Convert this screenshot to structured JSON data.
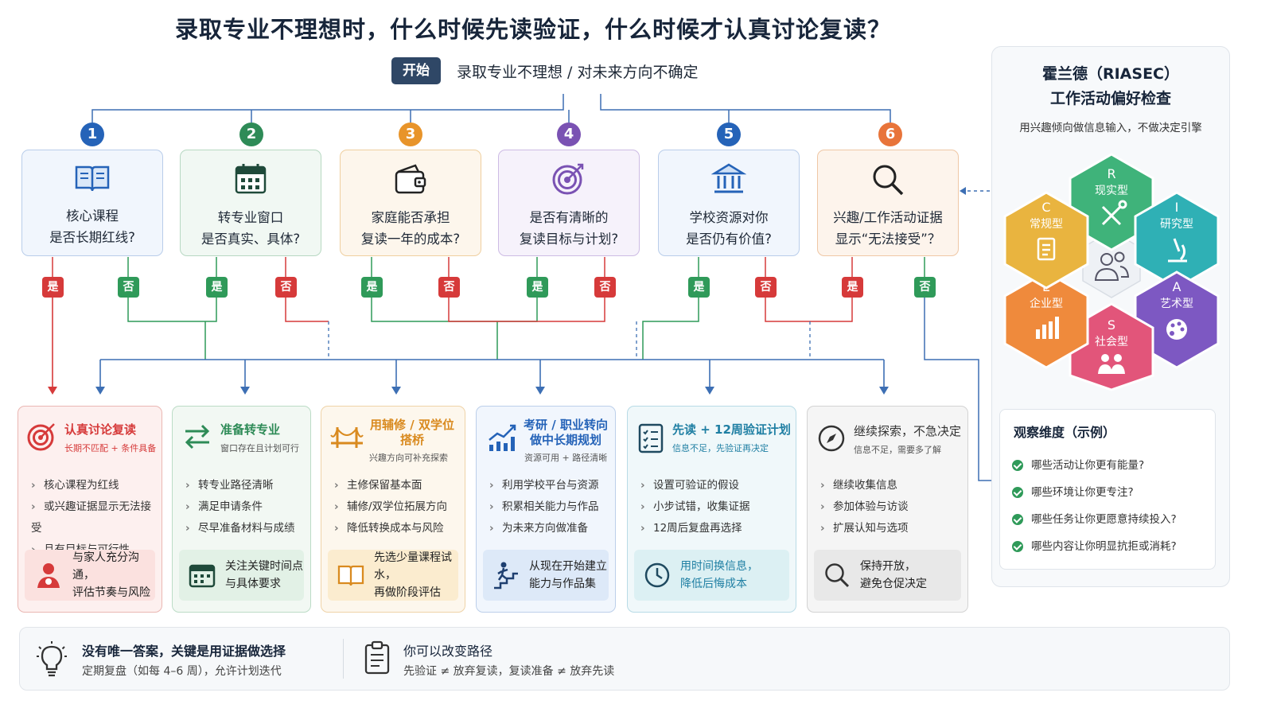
{
  "title": "录取专业不理想时，什么时候先读验证，什么时候才认真讨论复读？",
  "start": {
    "badge": "开始",
    "text": "录取专业不理想 / 对未来方向不确定"
  },
  "labels": {
    "yes": "是",
    "no": "否"
  },
  "questions": [
    {
      "num": "1",
      "icon": "book-icon",
      "text": "核心课程\n是否长期红线?",
      "color": "#2563b8",
      "bg": "#f1f6fd",
      "border": "#b9cdea"
    },
    {
      "num": "2",
      "icon": "calendar-icon",
      "text": "转专业窗口\n是否真实、具体?",
      "color": "#2e8b57",
      "bg": "#f1f8f3",
      "border": "#b7d8c2"
    },
    {
      "num": "3",
      "icon": "wallet-icon",
      "text": "家庭能否承担\n复读一年的成本?",
      "color": "#e8942a",
      "bg": "#fdf6ec",
      "border": "#efcf9f"
    },
    {
      "num": "4",
      "icon": "target-icon",
      "text": "是否有清晰的\n复读目标与计划?",
      "color": "#7a52b3",
      "bg": "#f6f2fb",
      "border": "#cdbbe4"
    },
    {
      "num": "5",
      "icon": "bank-icon",
      "text": "学校资源对你\n是否仍有价值?",
      "color": "#2563b8",
      "bg": "#f1f6fd",
      "border": "#b9cdea"
    },
    {
      "num": "6",
      "icon": "search-icon",
      "text": "兴趣/工作活动证据\n显示“无法接受”？",
      "color": "#e8743a",
      "bg": "#fdf4ec",
      "border": "#efc7a5"
    }
  ],
  "outcomes": [
    {
      "title": "认真讨论复读",
      "sub": "长期不匹配 + 条件具备",
      "icon": "target-icon",
      "color": "#d63a3a",
      "bg": "#fdf0ef",
      "border": "#eab7b3",
      "boxbg": "#fbe1df",
      "items": [
        "核心课程为红线",
        "或兴趣证据显示无法接受",
        "且有目标与可行性"
      ],
      "box_icon": "family-icon",
      "box": "与家人充分沟通，\n评估节奏与风险"
    },
    {
      "title": "准备转专业",
      "sub": "窗口存在且计划可行",
      "icon": "swap-icon",
      "color": "#2e8b57",
      "bg": "#f2f8f3",
      "border": "#bcdcc6",
      "boxbg": "#e2f1e6",
      "items": [
        "转专业路径清晰",
        "满足申请条件",
        "尽早准备材料与成绩"
      ],
      "box_icon": "calendar-icon",
      "box": "关注关键时间点\n与具体要求"
    },
    {
      "title": "用辅修 / 双学位\n搭桥",
      "sub": "兴趣方向可补充探索",
      "icon": "bridge-icon",
      "color": "#d98a1f",
      "bg": "#fdf7ed",
      "border": "#efd3a8",
      "boxbg": "#fbeccf",
      "items": [
        "主修保留基本面",
        "辅修/双学位拓展方向",
        "降低转换成本与风险"
      ],
      "box_icon": "open-book-icon",
      "box": "先选少量课程试水，\n再做阶段评估"
    },
    {
      "title": "考研 / 职业转向\n做中长期规划",
      "sub": "资源可用 + 路径清晰",
      "icon": "chart-icon",
      "color": "#2563b8",
      "bg": "#f1f6fd",
      "border": "#bccfea",
      "boxbg": "#dde9f8",
      "items": [
        "利用学校平台与资源",
        "积累相关能力与作品",
        "为未来方向做准备"
      ],
      "box_icon": "climb-icon",
      "box": "从现在开始建立\n能力与作品集"
    },
    {
      "title": "先读 + 12周验证计划",
      "sub": "信息不足，先验证再决定",
      "icon": "checklist-icon",
      "color": "#1f7fa3",
      "bg": "#f0f8fa",
      "border": "#b8dbe6",
      "boxbg": "#dcf0f3",
      "items": [
        "设置可验证的假设",
        "小步试错，收集证据",
        "12周后复盘再选择"
      ],
      "box_icon": "clock-icon",
      "box": "用时间换信息，\n降低后悔成本"
    },
    {
      "title": "继续探索，不急决定",
      "sub": "信息不足，需要多了解",
      "icon": "compass-icon",
      "color": "#333333",
      "bg": "#f5f5f5",
      "border": "#d3d3d3",
      "boxbg": "#e8e8e8",
      "items": [
        "继续收集信息",
        "参加体验与访谈",
        "扩展认知与选项"
      ],
      "box_icon": "search-icon",
      "box": "保持开放，\n避免仓促决定"
    }
  ],
  "riasec": {
    "title": "霍兰德（RIASEC）\n工作活动偏好检查",
    "sub": "用兴趣倾向做信息输入，不做决定引擎",
    "hexes": [
      {
        "letter": "R",
        "name": "现实型",
        "icon": "tools-icon",
        "color": "#3fb37a"
      },
      {
        "letter": "I",
        "name": "研究型",
        "icon": "microscope-icon",
        "color": "#2fb0b5"
      },
      {
        "letter": "A",
        "name": "艺术型",
        "icon": "palette-icon",
        "color": "#7d58c2"
      },
      {
        "letter": "S",
        "name": "社会型",
        "icon": "people-icon",
        "color": "#e2557a"
      },
      {
        "letter": "E",
        "name": "企业型",
        "icon": "bar-chart-icon",
        "color": "#ef8a3c"
      },
      {
        "letter": "C",
        "name": "常规型",
        "icon": "document-icon",
        "color": "#e9b43f"
      }
    ],
    "center_icon": "users-icon"
  },
  "observe": {
    "title": "观察维度（示例）",
    "items": [
      "哪些活动让你更有能量?",
      "哪些环境让你更专注?",
      "哪些任务让你更愿意持续投入?",
      "哪些内容让你明显抗拒或消耗?"
    ]
  },
  "footer": {
    "left": {
      "icon": "bulb-icon",
      "title": "没有唯一答案，关键是用证据做选择",
      "sub": "定期复盘（如每 4–6 周），允许计划迭代"
    },
    "right": {
      "icon": "clipboard-icon",
      "title": "你可以改变路径",
      "sub": "先验证 ≠ 放弃复读，复读准备 ≠ 放弃先读"
    }
  }
}
